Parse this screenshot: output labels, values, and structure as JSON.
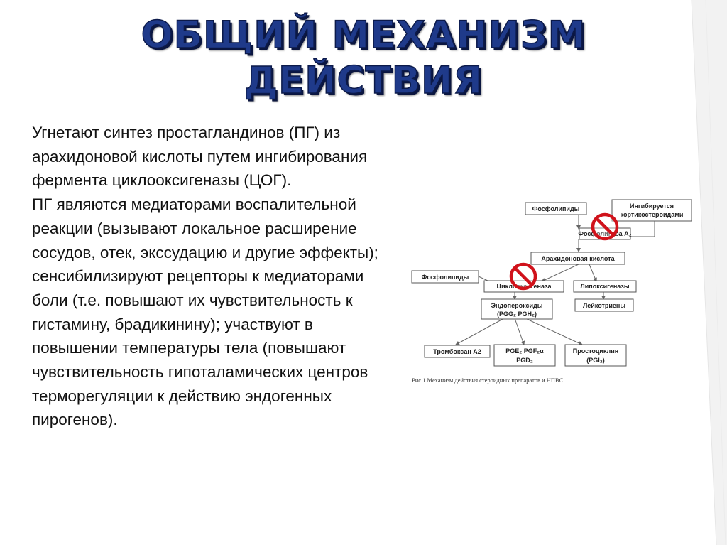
{
  "title": {
    "line1": "ОБЩИЙ МЕХАНИЗМ",
    "line2": "ДЕЙСТВИЯ"
  },
  "body": {
    "p1": "Угнетают синтез простагландинов (ПГ) из арахидоновой кислоты путем ингибирования фермента циклооксигеназы (ЦОГ).",
    "p2": "ПГ являются медиаторами воспалительной реакции (вызывают локальное расширение сосудов, отек, экссудацию и другие эффекты); сенсибилизируют рецепторы к медиаторами боли (т.е. повышают их чувствительность к гистамину, брадикинину); участвуют в повышении температуры тела (повышают чувствительность гипоталамических центров терморегуляции к действию эндогенных пирогенов)."
  },
  "diagram": {
    "phospholipids_top": "Фосфолипиды",
    "inhibited_line1": "Ингибируется",
    "inhibited_line2": "кортикостероидами",
    "phospholipase": "Фосфолипаза A₂",
    "arachidonic": "Арахидоновая кислота",
    "phospholipids_left": "Фосфолипиды",
    "cyclooxygenase": "Циклооксигеназа",
    "lipoxygenase": "Липоксигеназы",
    "endoperoxides_line1": "Эндопероксиды",
    "endoperoxides_line2": "(PGG₂ PGH₂)",
    "leukotrienes": "Лейкотриены",
    "thromboxane": "Тромбоксан A2",
    "pge_line1": "PGE₂ PGF₂α",
    "pge_line2": "PGD₂",
    "prostacyclin_line1": "Простоциклин",
    "prostacyclin_line2": "(PGI₂)",
    "caption": "Рис.1  Механизм   действия стероидных препаратов и НПВС"
  },
  "colors": {
    "title": "#1f3a8a",
    "title_shadow": "#0b1640",
    "block_sign": "#d0121b",
    "text": "#111111"
  },
  "icons": [
    "prohibition-sign-icon",
    "prohibition-sign-icon"
  ]
}
